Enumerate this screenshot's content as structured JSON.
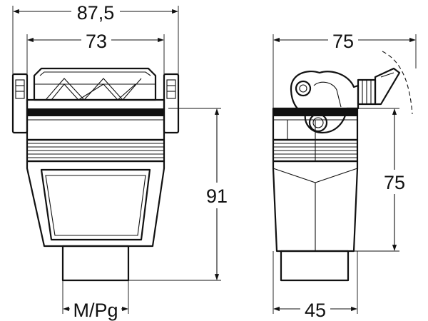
{
  "dimensions": {
    "overall_width": "87,5",
    "inner_width": "73",
    "height_front": "91",
    "thread": "M/Pg",
    "side_width": "75",
    "side_height": "75",
    "bottom_width": "45"
  },
  "colors": {
    "line": "#111111",
    "background": "#ffffff"
  }
}
